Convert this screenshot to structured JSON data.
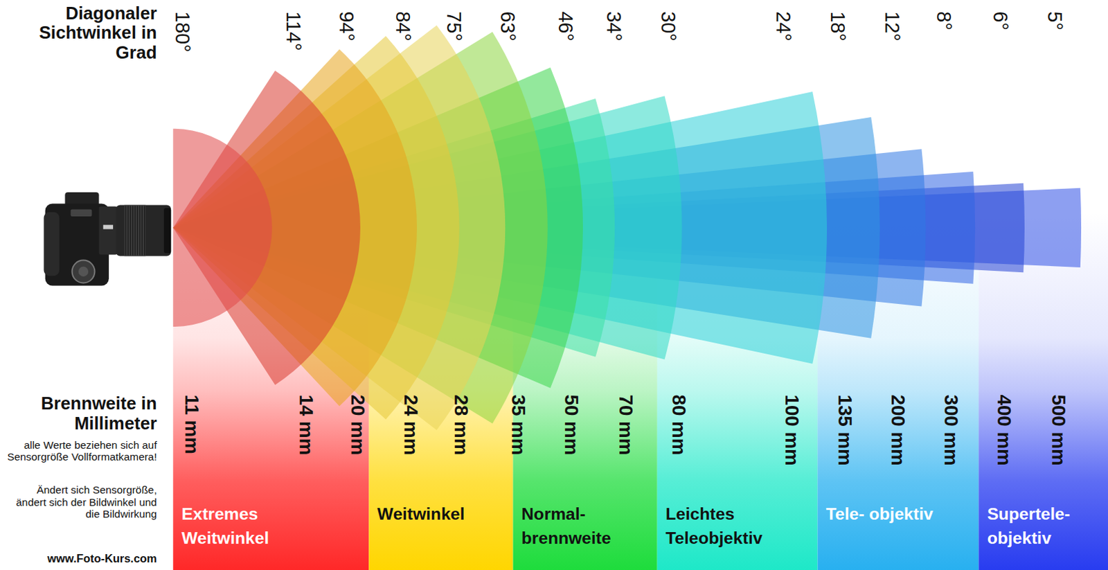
{
  "diagram": {
    "nodes": [
      {
        "text": [
          "Extremes Weitwinkel"
        ]
      },
      {
        "text": [
          "Weitwinkel"
        ]
      },
      {
        "text": [
          "Normal- brennweite"
        ]
      },
      {
        "text": [
          "Leichtes Teleobjektiv"
        ]
      },
      {
        "text": [
          "Tele- objektiv"
        ]
      },
      {
        "text": [
          "Supertele- objektiv"
        ]
      }
    ],
    "labels": [
      "Diagonaler Sichtwinkel in Grad",
      "180°",
      "114°",
      "94°",
      "84°",
      "75°",
      "63°",
      "46°",
      "34°",
      "30°",
      "24°",
      "18°",
      "12°",
      "8°",
      "6°",
      "5°",
      "Brennweite in Millimeter",
      "11 mm",
      "14 mm",
      "20 mm",
      "24 mm",
      "28 mm",
      "35 mm",
      "50 mm",
      "70 mm",
      "80 mm",
      "100 mm",
      "135 mm",
      "200 mm",
      "300 mm",
      "400 mm",
      "500 mm",
      "alle Werte beziehen sich auf Sensorgröße Vollformatkamera!",
      "Ändert sich Sensorgröße, ändert sich der Bildwinkel und die Bildwirkung",
      "www.Foto-Kurs.com"
    ]
  }
}
